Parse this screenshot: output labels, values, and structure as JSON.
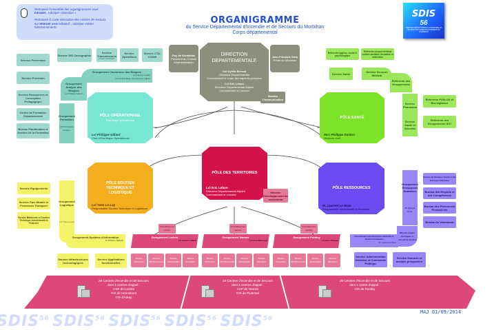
{
  "info_box": {
    "line1": "Retrouvez l'ensemble des organigrammes sous",
    "line1_bold": "Intranet",
    "line1_end": ", rubrique «Direction »",
    "line2": "Retrouvez la carte interactive des centres de secours sur",
    "line2_bold": "Internet",
    "line2_end": "www.sdis56.fr , rubrique «Notre fonctionnement»",
    "icon": "mouse-icon"
  },
  "header": {
    "title": "ORGANIGRAMME",
    "subtitle": "du Service Départemental d'Incendie et de Secours du Morbihan",
    "subtitle2": "Corps départemental"
  },
  "logo": {
    "text": "SDIS",
    "number": "56",
    "tagline": "SERVICE DÉPARTEMENTAL D'INCENDIE ET DE SECOURS SAPEURS-POMPIERS DU MORBIHAN"
  },
  "direction": {
    "title": "DIRECTION DEPARTEMENTALE",
    "director_name": "Col Cyrille Berrod",
    "director_role1": "Directeur Départemental",
    "director_role2": "Commandant le corps des sapeurs-pompiers",
    "deputy_name": "Lcl Eric Lebon",
    "deputy_role1": "Directeur Départemental Adjoint",
    "deputy_role2": "Commandant en second",
    "left_name": "Guy de Kersabiec",
    "left_role": "Président du Conseil d'Administration",
    "right_name": "Jean-François Savy",
    "right_role": "Préfet du Morbihan",
    "bureau": "Bureau Communication"
  },
  "pole_operationnel": {
    "title": "PÔLE OPÉRATIONNEL",
    "subtitle": "Etat major opérationnel",
    "head_name": "Lcl Philippe Gillard",
    "head_role": "Chef d'Etat Major Opérationnel",
    "services_left": [
      "Service Prévention",
      "Service Prévision",
      "Service Ressources et Conception Pédagogique",
      "Centre de Formation Départemental",
      "Bureau Planification et Gestion de la Formation"
    ],
    "groupement_analyse": "Groupement Analyse des Risques",
    "groupement_analyse_head": "Lcl Philippe Gillard",
    "groupement_formation": "Groupement Formation",
    "groupement_formation_head": "Cdt Christophe Rodigou",
    "service_sig": "Service SIG Cartographie",
    "top_services": [
      "Service Transmissions",
      "Service Opérations",
      "Service CTA-CODIS"
    ],
    "transmissions_note": "réseaux numériques",
    "groupement_couverture": "Groupement Couverture des Risques",
    "couverture_head": "Lcl Fabrice Legallo",
    "couverture_role": "Chef d'Etat Major Opérationnel adjoint"
  },
  "pole_sante": {
    "title": "PÔLE SANTÉ",
    "head_name": "Mcs Philippe Danlon",
    "head_role": "Médecin-chef",
    "top_refs": [
      "Référents hygiène, social et psychologique",
      "Référents secours médical soutien sanitaire, formation et vétérinaire"
    ],
    "services": [
      "Service Santé",
      "Service Secours Médical",
      "Référents des Groupements",
      "Service Pharmacie",
      "Service Santé et Sécurité"
    ],
    "right_refs": [
      "Référents PUI/LOG et Bio-vigilance",
      "Référents des Groupements SST"
    ]
  },
  "pole_territoires": {
    "title": "PÔLE DES TERRITOIRES",
    "head_name": "Lcl Eric Lebon",
    "head_role1": "Directeur Départemental Adjoint",
    "head_role2": "Commandant en second",
    "mission": "Mission Développement du volontariat",
    "groupements": [
      {
        "arrondissement": "Arrondissement Lorient",
        "name": "Groupement Lorient",
        "head": "Lcl Fabrice Gillard"
      },
      {
        "arrondissement": "Arrondissement Vannes",
        "name": "Groupement Vannes",
        "head": "Lcl Joel Marcesse"
      },
      {
        "arrondissement": "Arrondissement Pontivy",
        "name": "Groupement Pontivy",
        "head": "Lcl Alain Flégeau"
      }
    ],
    "services": [
      "Service Prévention",
      "Service SPV/Personnel",
      "Service Administratif",
      "Service Formation"
    ]
  },
  "pole_soutien": {
    "title": "PÔLE SOUTIEN TECHNIQUE ET LOGISTIQUE",
    "head_name": "Lcl Yves Le Lay",
    "head_role": "Responsable Soutien Technique et Logistique",
    "groupement_logistique": "Groupement Logistique",
    "logistique_head": "Lcl Yves Le Lay",
    "services_left": [
      "Service Équipements",
      "Service Parc Mobile et Processus Transport",
      "Service Bâtiments et Soutien Technique Administratif et Financier"
    ],
    "groupement_si": "Groupement Système d'Information",
    "si_head": "M. Philippe Raffault",
    "si_services": [
      "Service Infrastructures technologiques",
      "Service Applications fonctionnelles"
    ]
  },
  "pole_ressources": {
    "title": "PÔLE RESSOURCES",
    "head_name": "M. Laurent Le Brun",
    "head_role": "Responsable Administratif et Financier",
    "groupement_rh": "Groupement Ressources Humaines",
    "rh_head": "M. Mickael Robin",
    "rh_services": [
      "Service du Dialogue Social et des Instances Paritaires",
      "Bureau des Emplois et des Compétences",
      "Bureau des Personnels Permanents",
      "Bureau du Volontariat"
    ],
    "mission_juridique": "Mission études Juridiques et Conseil de Gestion",
    "groupement_agf": "Groupement Administration Générale et Gestion Financière",
    "agf_head": "M. Laurent Le Brun",
    "agf_services": [
      "Service Administration Générale et Commande Publique",
      "Service finances et analyse prospective"
    ]
  },
  "bottom_banner": [
    {
      "count": "26 Centres d'Incendie et de Secours",
      "sub": "dont 3 centres d'appel :",
      "centres": [
        "CSP de Lorient",
        "CIS de Hennebont",
        "CIS d'Auray"
      ]
    },
    {
      "count": "19 Centres d'Incendie et de Secours",
      "sub": "dont 2 centres d'appel :",
      "centres": [
        "CSP de Vannes",
        "CIS de Ploërmel"
      ]
    },
    {
      "count": "20 Centres d'Incendie et de Secours",
      "sub": "dont 1 centre d'appel :",
      "centres": [
        "CIS de Pontivy"
      ]
    }
  ],
  "footer": {
    "update": "MAJ 01/09/2014",
    "watermark": "SDIS",
    "watermark_num": "56"
  },
  "colors": {
    "title_blue": "#2450d0",
    "operationnel": "#79e6d4",
    "sante": "#7ee328",
    "direction": "#8e8e7c",
    "territoires": "#d4124a",
    "soutien": "#f4ae1e",
    "ressources": "#6a4cf2",
    "banner": "#dc4878"
  }
}
